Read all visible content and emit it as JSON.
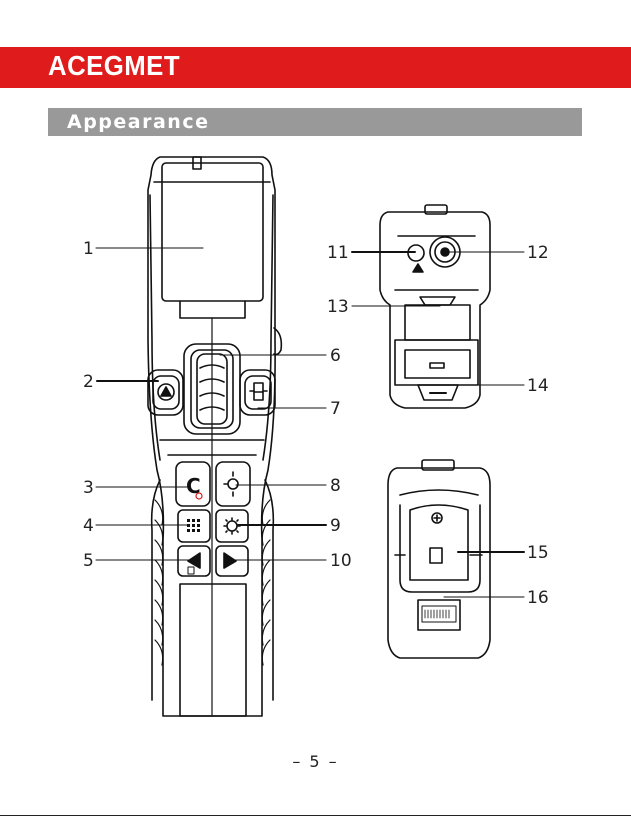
{
  "brand": "ACEGMET",
  "section_title": "Appearance",
  "page_number": "– 5 –",
  "callouts": {
    "c1": "1",
    "c2": "2",
    "c3": "3",
    "c4": "4",
    "c5": "5",
    "c6": "6",
    "c7": "7",
    "c8": "8",
    "c9": "9",
    "c10": "10",
    "c11": "11",
    "c12": "12",
    "c13": "13",
    "c14": "14",
    "c15": "15",
    "c16": "16"
  },
  "colors": {
    "brand_red": "#e01b1b",
    "section_gray": "#999999",
    "power_red": "#e01b1b"
  },
  "icons": [
    "measure-button-icon",
    "scan-button-icon",
    "mode-button-icon",
    "clear-power-button-icon",
    "target-button-icon",
    "grid-button-icon",
    "settings-button-icon",
    "left-arrow-button-icon",
    "right-arrow-button-icon",
    "laser-icon",
    "lens-icon"
  ]
}
